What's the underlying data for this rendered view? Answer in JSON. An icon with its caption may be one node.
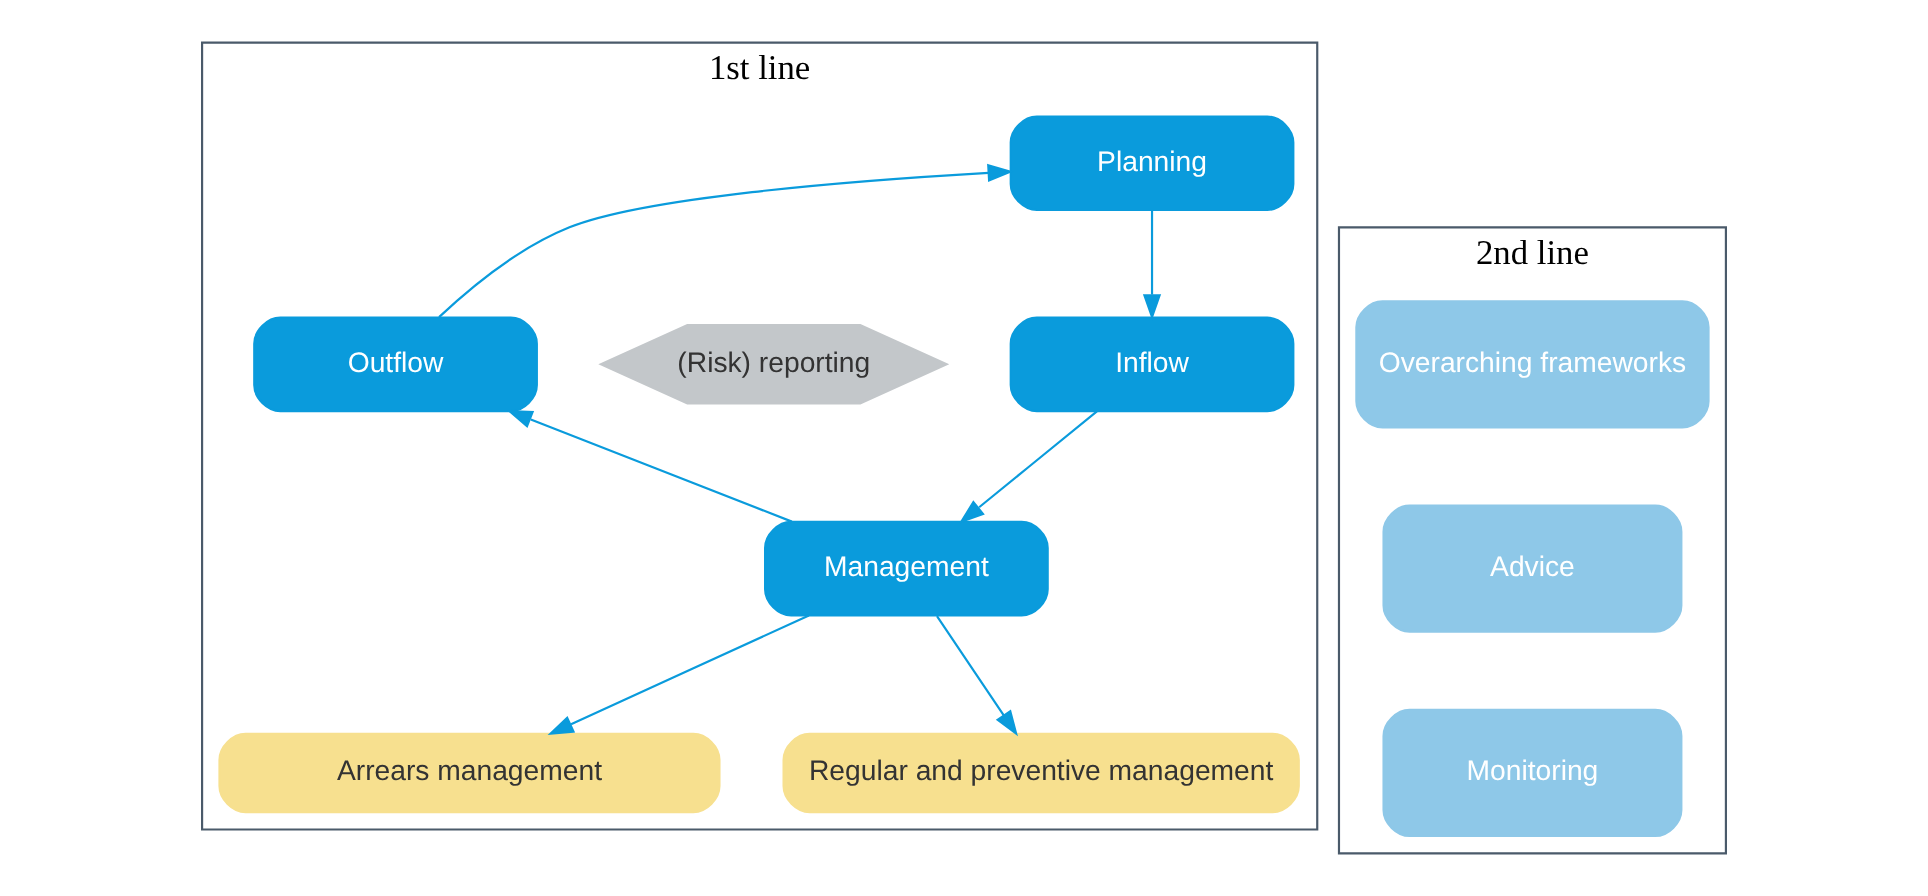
{
  "diagram": {
    "nodes": [
      {
        "text": [
          "1st line"
        ]
      },
      {
        "text": [
          "Planning"
        ],
        "in": 0
      },
      {
        "text": [
          "Outflow"
        ],
        "in": 0
      },
      {
        "text": [
          "(Risk) reporting"
        ],
        "in": 0
      },
      {
        "text": [
          "Inflow"
        ],
        "in": 0
      },
      {
        "text": [
          "Management"
        ],
        "in": 0
      },
      {
        "text": [
          "Arrears management"
        ],
        "in": 0
      },
      {
        "text": [
          "Regular and preventive management"
        ],
        "in": 0
      },
      {
        "text": [
          "2nd line"
        ]
      },
      {
        "text": [
          "Overarching frameworks"
        ],
        "in": 8
      },
      {
        "text": [
          "Advice"
        ],
        "in": 8
      },
      {
        "text": [
          "Monitoring"
        ],
        "in": 8
      }
    ],
    "edges": [
      {
        "from": 1,
        "to": 4,
        "arrow": "to"
      },
      {
        "from": 4,
        "to": 5,
        "arrow": "to"
      },
      {
        "from": 5,
        "to": 2,
        "arrow": "to"
      },
      {
        "from": 2,
        "to": 1,
        "arrow": "to"
      },
      {
        "from": 5,
        "to": 6,
        "arrow": "to"
      },
      {
        "from": 5,
        "to": 7,
        "arrow": "to"
      }
    ]
  }
}
